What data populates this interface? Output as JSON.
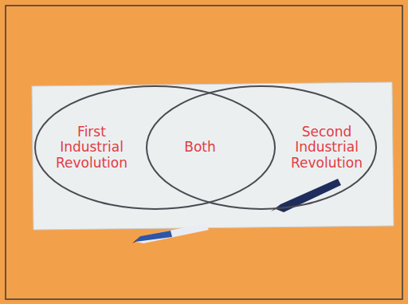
{
  "diagram": {
    "nodes": [
      {
        "text": [
          "First Industrial Revolution"
        ]
      },
      {
        "text": [
          "Second Industrial Revolution"
        ]
      }
    ],
    "labels": [
      "Both"
    ]
  }
}
